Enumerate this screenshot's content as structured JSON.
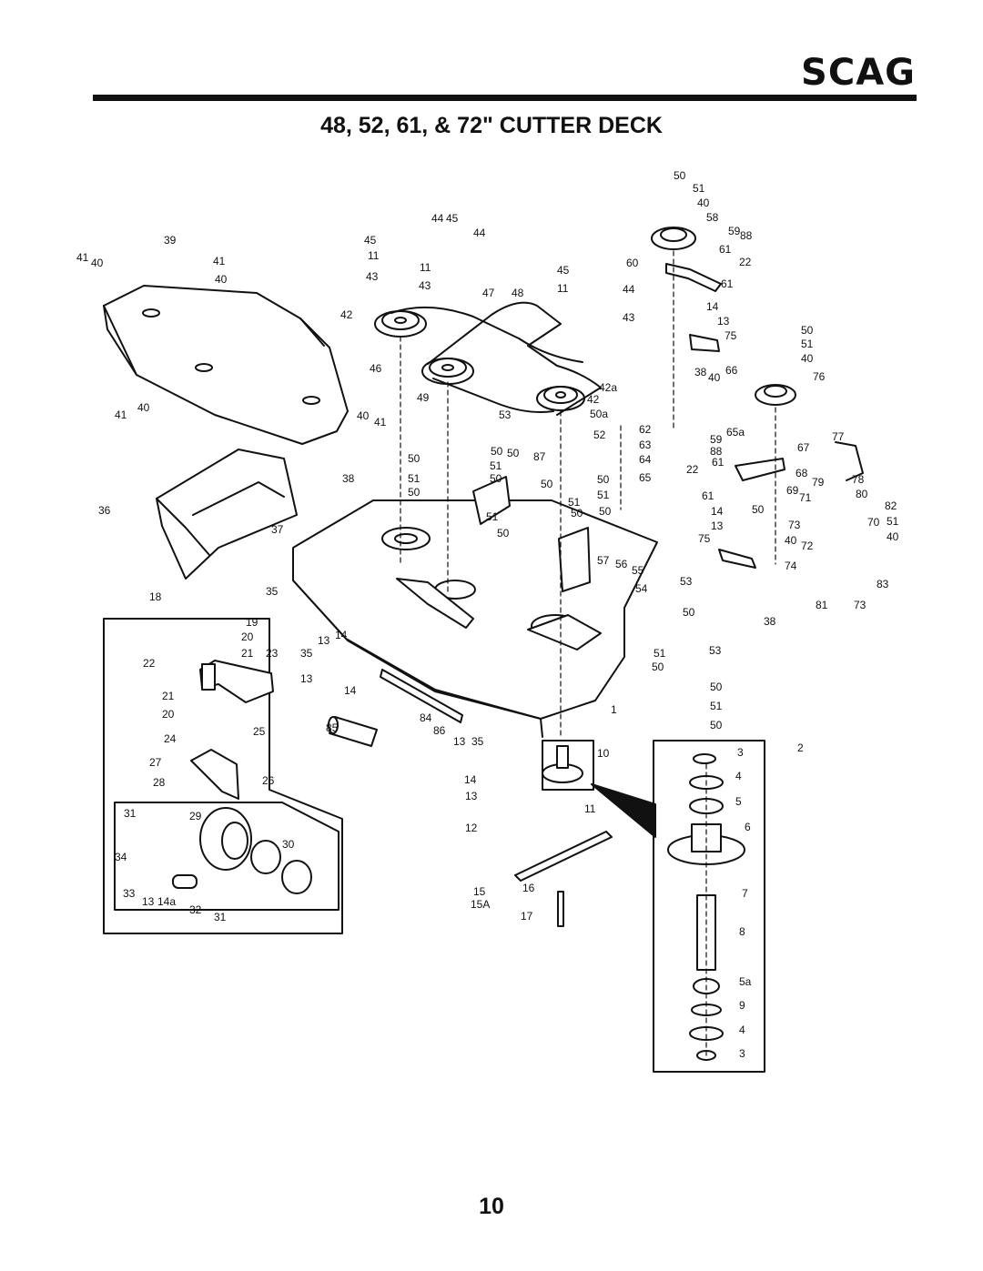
{
  "brand": {
    "logo_text": "SCAG"
  },
  "header": {
    "title": "48, 52, 61, & 72\" CUTTER DECK"
  },
  "footer": {
    "page_number": "10"
  },
  "callouts": [
    [
      "50",
      740,
      197
    ],
    [
      "51",
      761,
      211
    ],
    [
      "40",
      766,
      227
    ],
    [
      "58",
      776,
      243
    ],
    [
      "59",
      800,
      258
    ],
    [
      "88",
      813,
      263
    ],
    [
      "61",
      790,
      278
    ],
    [
      "60",
      688,
      293
    ],
    [
      "22",
      812,
      292
    ],
    [
      "61",
      792,
      316
    ],
    [
      "14",
      776,
      341
    ],
    [
      "13",
      788,
      357
    ],
    [
      "75",
      796,
      373
    ],
    [
      "50",
      880,
      367
    ],
    [
      "51",
      880,
      382
    ],
    [
      "40",
      880,
      398
    ],
    [
      "38",
      763,
      413
    ],
    [
      "40",
      778,
      419
    ],
    [
      "66",
      797,
      411
    ],
    [
      "76",
      893,
      418
    ],
    [
      "44",
      474,
      244
    ],
    [
      "45",
      490,
      244
    ],
    [
      "44",
      520,
      260
    ],
    [
      "39",
      180,
      268
    ],
    [
      "45",
      400,
      268
    ],
    [
      "11",
      404,
      285
    ],
    [
      "41",
      234,
      291
    ],
    [
      "40",
      236,
      311
    ],
    [
      "41",
      84,
      287
    ],
    [
      "40",
      100,
      293
    ],
    [
      "11",
      461,
      298
    ],
    [
      "43",
      402,
      308
    ],
    [
      "43",
      460,
      318
    ],
    [
      "45",
      612,
      301
    ],
    [
      "47",
      530,
      326
    ],
    [
      "48",
      562,
      326
    ],
    [
      "11",
      612,
      321
    ],
    [
      "44",
      684,
      322
    ],
    [
      "43",
      684,
      353
    ],
    [
      "42",
      374,
      350
    ],
    [
      "46",
      406,
      409
    ],
    [
      "42a",
      658,
      430
    ],
    [
      "42",
      645,
      443
    ],
    [
      "49",
      458,
      441
    ],
    [
      "53",
      548,
      460
    ],
    [
      "50a",
      648,
      459
    ],
    [
      "62",
      702,
      476
    ],
    [
      "59",
      780,
      487
    ],
    [
      "65a",
      798,
      479
    ],
    [
      "77",
      914,
      484
    ],
    [
      "52",
      652,
      482
    ],
    [
      "63",
      702,
      493
    ],
    [
      "88",
      780,
      500
    ],
    [
      "67",
      876,
      496
    ],
    [
      "40",
      151,
      452
    ],
    [
      "41",
      126,
      460
    ],
    [
      "40",
      392,
      461
    ],
    [
      "41",
      411,
      468
    ],
    [
      "50",
      448,
      508
    ],
    [
      "50",
      539,
      500
    ],
    [
      "50",
      557,
      502
    ],
    [
      "87",
      586,
      506
    ],
    [
      "64",
      702,
      509
    ],
    [
      "61",
      782,
      512
    ],
    [
      "22",
      754,
      520
    ],
    [
      "68",
      874,
      524
    ],
    [
      "79",
      892,
      534
    ],
    [
      "78",
      936,
      531
    ],
    [
      "51",
      538,
      516
    ],
    [
      "38",
      376,
      530
    ],
    [
      "51",
      448,
      530
    ],
    [
      "50",
      538,
      530
    ],
    [
      "50",
      448,
      545
    ],
    [
      "50",
      594,
      536
    ],
    [
      "50",
      656,
      531
    ],
    [
      "65",
      702,
      529
    ],
    [
      "69",
      864,
      543
    ],
    [
      "71",
      878,
      551
    ],
    [
      "80",
      940,
      547
    ],
    [
      "36",
      108,
      565
    ],
    [
      "61",
      771,
      549
    ],
    [
      "51",
      656,
      548
    ],
    [
      "51",
      624,
      556
    ],
    [
      "51",
      534,
      572
    ],
    [
      "50",
      627,
      568
    ],
    [
      "50",
      658,
      566
    ],
    [
      "50",
      826,
      564
    ],
    [
      "14",
      781,
      566
    ],
    [
      "82",
      972,
      560
    ],
    [
      "37",
      298,
      586
    ],
    [
      "50",
      546,
      590
    ],
    [
      "13",
      781,
      582
    ],
    [
      "73",
      866,
      581
    ],
    [
      "70",
      953,
      578
    ],
    [
      "51",
      974,
      577
    ],
    [
      "75",
      767,
      596
    ],
    [
      "40",
      862,
      598
    ],
    [
      "72",
      880,
      604
    ],
    [
      "40",
      974,
      594
    ],
    [
      "57",
      656,
      620
    ],
    [
      "56",
      676,
      624
    ],
    [
      "55",
      694,
      631
    ],
    [
      "74",
      862,
      626
    ],
    [
      "53",
      747,
      643
    ],
    [
      "54",
      698,
      651
    ],
    [
      "18",
      164,
      660
    ],
    [
      "35",
      292,
      654
    ],
    [
      "83",
      963,
      646
    ],
    [
      "19",
      270,
      688
    ],
    [
      "14",
      368,
      702
    ],
    [
      "13",
      349,
      708
    ],
    [
      "50",
      750,
      677
    ],
    [
      "81",
      896,
      669
    ],
    [
      "73",
      938,
      669
    ],
    [
      "38",
      839,
      687
    ],
    [
      "20",
      265,
      704
    ],
    [
      "21",
      265,
      722
    ],
    [
      "23",
      292,
      722
    ],
    [
      "22",
      157,
      733
    ],
    [
      "35",
      330,
      722
    ],
    [
      "53",
      779,
      719
    ],
    [
      "51",
      718,
      722
    ],
    [
      "50",
      716,
      737
    ],
    [
      "13",
      330,
      750
    ],
    [
      "14",
      378,
      763
    ],
    [
      "21",
      178,
      769
    ],
    [
      "50",
      780,
      759
    ],
    [
      "1",
      671,
      784
    ],
    [
      "20",
      178,
      789
    ],
    [
      "51",
      780,
      780
    ],
    [
      "84",
      461,
      793
    ],
    [
      "86",
      476,
      807
    ],
    [
      "13",
      498,
      819
    ],
    [
      "35",
      518,
      819
    ],
    [
      "85",
      358,
      804
    ],
    [
      "50",
      780,
      801
    ],
    [
      "24",
      180,
      816
    ],
    [
      "25",
      278,
      808
    ],
    [
      "2",
      876,
      826
    ],
    [
      "3",
      810,
      831
    ],
    [
      "10",
      656,
      832
    ],
    [
      "27",
      164,
      842
    ],
    [
      "4",
      808,
      857
    ],
    [
      "14",
      510,
      861
    ],
    [
      "28",
      168,
      864
    ],
    [
      "26",
      288,
      862
    ],
    [
      "13",
      511,
      879
    ],
    [
      "5",
      808,
      885
    ],
    [
      "11",
      642,
      893
    ],
    [
      "31",
      136,
      898
    ],
    [
      "29",
      208,
      901
    ],
    [
      "6",
      818,
      913
    ],
    [
      "12",
      511,
      914
    ],
    [
      "30",
      310,
      932
    ],
    [
      "34",
      126,
      946
    ],
    [
      "7",
      815,
      986
    ],
    [
      "15",
      520,
      984
    ],
    [
      "16",
      574,
      980
    ],
    [
      "15A",
      517,
      998
    ],
    [
      "33",
      135,
      986
    ],
    [
      "13",
      156,
      995
    ],
    [
      "14a",
      173,
      995
    ],
    [
      "32",
      208,
      1004
    ],
    [
      "31",
      235,
      1012
    ],
    [
      "17",
      572,
      1011
    ],
    [
      "8",
      812,
      1028
    ],
    [
      "5a",
      812,
      1083
    ],
    [
      "9",
      812,
      1109
    ],
    [
      "4",
      812,
      1136
    ],
    [
      "3",
      812,
      1162
    ]
  ]
}
